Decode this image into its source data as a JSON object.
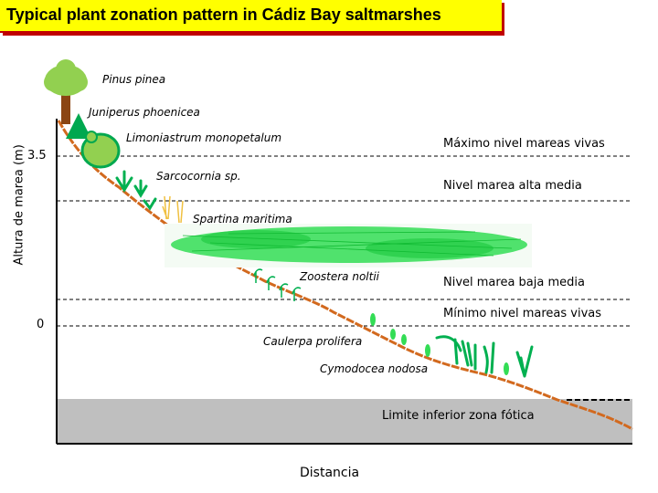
{
  "title": "Typical plant zonation pattern in Cádiz Bay saltmarshes",
  "axes": {
    "y_label": "Altura de marea (m)",
    "x_label": "Distancia",
    "y_tick_high": "3.5",
    "y_tick_low": "0"
  },
  "species": {
    "pinus": "Pinus pinea",
    "juniperus": "Juniperus phoenicea",
    "limoniastrum": "Limoniastrum monopetalum",
    "sarcocornia": "Sarcocornia sp.",
    "spartina": "Spartina maritima",
    "zoostera": "Zoostera noltii",
    "caulerpa": "Caulerpa prolifera",
    "cymodocea": "Cymodocea nodosa"
  },
  "levels": {
    "max_tide": "Máximo nivel mareas vivas",
    "high_tide": "Nivel marea alta media",
    "low_tide": "Nivel marea baja media",
    "min_tide": "Mínimo nivel mareas vivas",
    "photic": "Limite inferior zona fótica"
  },
  "colors": {
    "ground": "#d2691e",
    "tree_green": "#92d050",
    "grass_green": "#00b050",
    "spartina_green": "#33dd55",
    "trunk": "#8b4513",
    "photic_zone": "#bfbfbf",
    "title_bg": "#ffff00",
    "title_border": "#c00000"
  }
}
